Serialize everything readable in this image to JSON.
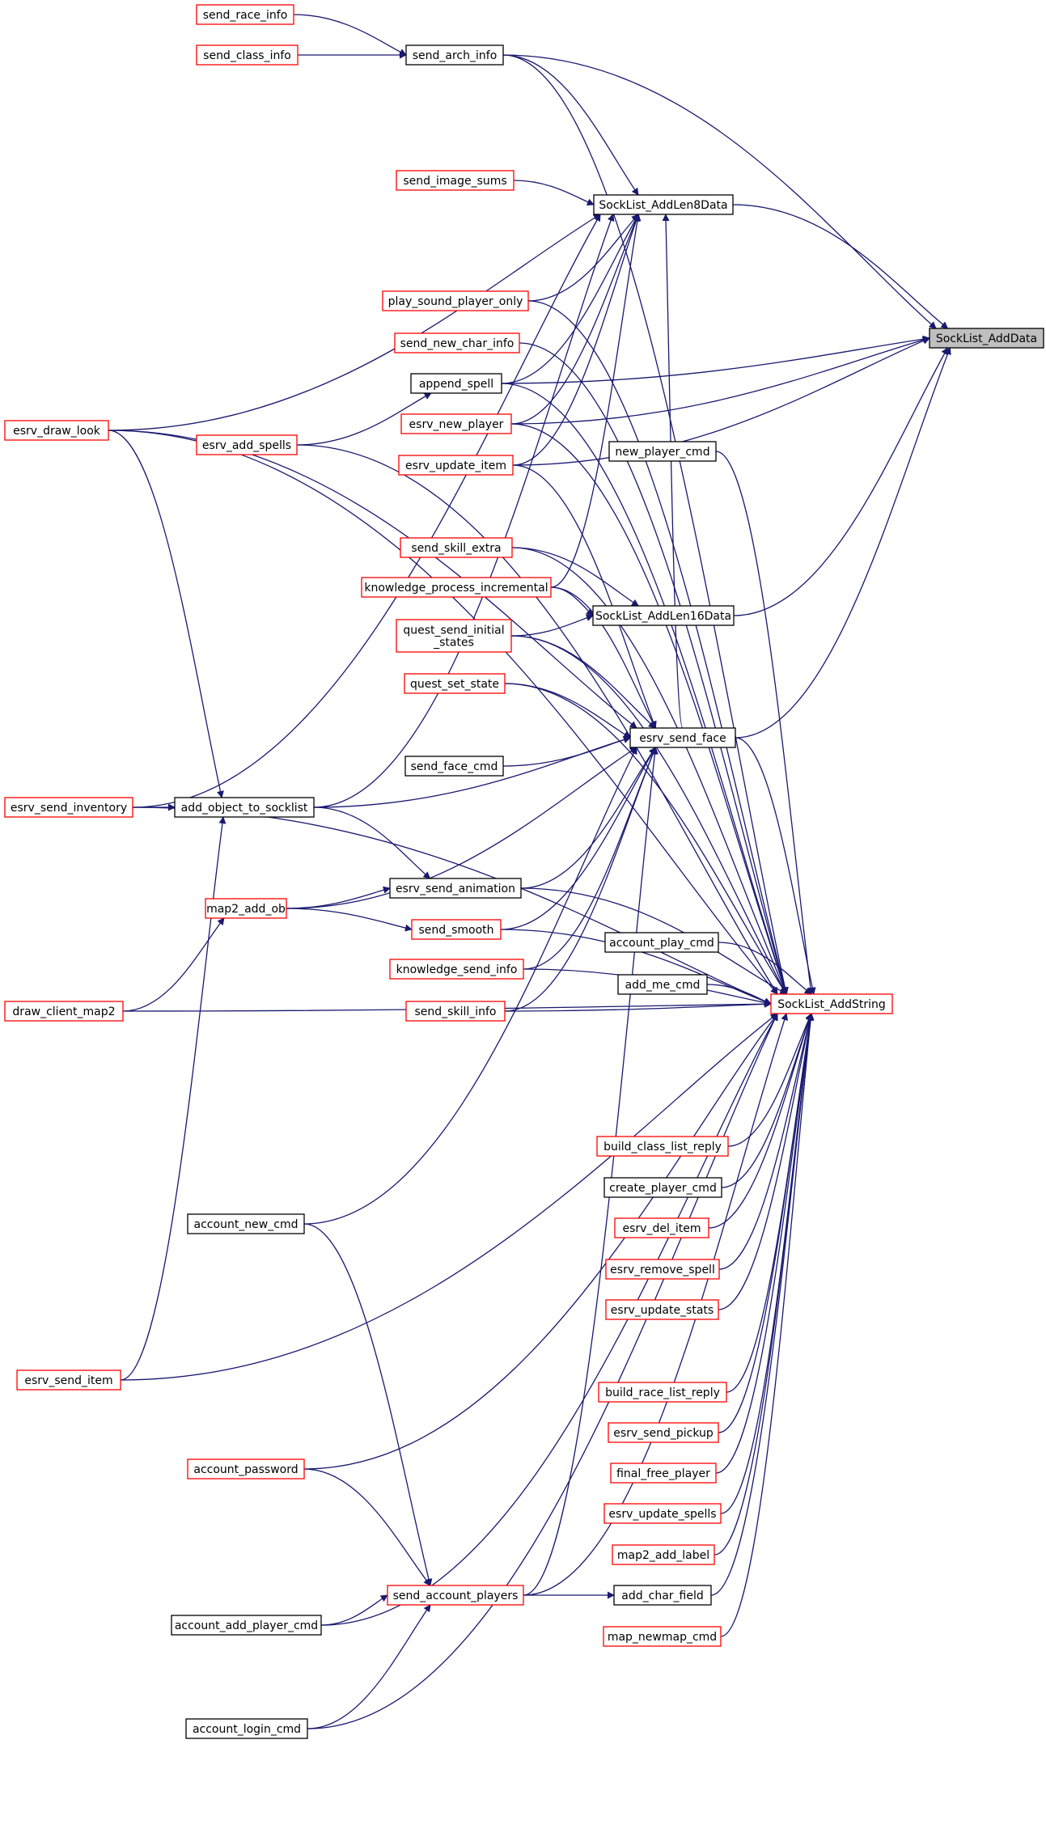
{
  "colors": {
    "edge": "#191970",
    "border_plain": "#000000",
    "border_incomplete": "#ff0000",
    "fill_plain": "#ffffff",
    "fill_root": "#bfbfbf"
  },
  "nodes": [
    {
      "id": "send_race_info",
      "label": "send_race_info",
      "style": "incomplete"
    },
    {
      "id": "send_class_info",
      "label": "send_class_info",
      "style": "incomplete"
    },
    {
      "id": "send_arch_info",
      "label": "send_arch_info",
      "style": "plain"
    },
    {
      "id": "send_image_sums",
      "label": "send_image_sums",
      "style": "incomplete"
    },
    {
      "id": "SockList_AddLen8Data",
      "label": "SockList_AddLen8Data",
      "style": "plain"
    },
    {
      "id": "play_sound_player_only",
      "label": "play_sound_player_only",
      "style": "incomplete"
    },
    {
      "id": "SockList_AddData",
      "label": "SockList_AddData",
      "style": "root"
    },
    {
      "id": "send_new_char_info",
      "label": "send_new_char_info",
      "style": "incomplete"
    },
    {
      "id": "append_spell",
      "label": "append_spell",
      "style": "plain"
    },
    {
      "id": "esrv_new_player",
      "label": "esrv_new_player",
      "style": "incomplete"
    },
    {
      "id": "esrv_draw_look",
      "label": "esrv_draw_look",
      "style": "incomplete"
    },
    {
      "id": "esrv_add_spells",
      "label": "esrv_add_spells",
      "style": "incomplete"
    },
    {
      "id": "new_player_cmd",
      "label": "new_player_cmd",
      "style": "plain"
    },
    {
      "id": "esrv_update_item",
      "label": "esrv_update_item",
      "style": "incomplete"
    },
    {
      "id": "send_skill_extra",
      "label": "send_skill_extra",
      "style": "incomplete"
    },
    {
      "id": "knowledge_process_incremental",
      "label": "knowledge_process_incremental",
      "style": "incomplete"
    },
    {
      "id": "SockList_AddLen16Data",
      "label": "SockList_AddLen16Data",
      "style": "plain"
    },
    {
      "id": "quest_send_initial_states",
      "label": "quest_send_initial\n_states",
      "style": "incomplete"
    },
    {
      "id": "quest_set_state",
      "label": "quest_set_state",
      "style": "incomplete"
    },
    {
      "id": "esrv_send_face",
      "label": "esrv_send_face",
      "style": "plain"
    },
    {
      "id": "send_face_cmd",
      "label": "send_face_cmd",
      "style": "plain"
    },
    {
      "id": "esrv_send_inventory",
      "label": "esrv_send_inventory",
      "style": "incomplete"
    },
    {
      "id": "add_object_to_socklist",
      "label": "add_object_to_socklist",
      "style": "plain"
    },
    {
      "id": "esrv_send_animation",
      "label": "esrv_send_animation",
      "style": "plain"
    },
    {
      "id": "map2_add_ob",
      "label": "map2_add_ob",
      "style": "incomplete"
    },
    {
      "id": "send_smooth",
      "label": "send_smooth",
      "style": "incomplete"
    },
    {
      "id": "account_play_cmd",
      "label": "account_play_cmd",
      "style": "plain"
    },
    {
      "id": "knowledge_send_info",
      "label": "knowledge_send_info",
      "style": "incomplete"
    },
    {
      "id": "add_me_cmd",
      "label": "add_me_cmd",
      "style": "plain"
    },
    {
      "id": "SockList_AddString",
      "label": "SockList_AddString",
      "style": "incomplete"
    },
    {
      "id": "draw_client_map2",
      "label": "draw_client_map2",
      "style": "incomplete"
    },
    {
      "id": "send_skill_info",
      "label": "send_skill_info",
      "style": "incomplete"
    },
    {
      "id": "build_class_list_reply",
      "label": "build_class_list_reply",
      "style": "incomplete"
    },
    {
      "id": "create_player_cmd",
      "label": "create_player_cmd",
      "style": "plain"
    },
    {
      "id": "account_new_cmd",
      "label": "account_new_cmd",
      "style": "plain"
    },
    {
      "id": "esrv_del_item",
      "label": "esrv_del_item",
      "style": "incomplete"
    },
    {
      "id": "esrv_remove_spell",
      "label": "esrv_remove_spell",
      "style": "incomplete"
    },
    {
      "id": "esrv_update_stats",
      "label": "esrv_update_stats",
      "style": "incomplete"
    },
    {
      "id": "esrv_send_item",
      "label": "esrv_send_item",
      "style": "incomplete"
    },
    {
      "id": "build_race_list_reply",
      "label": "build_race_list_reply",
      "style": "incomplete"
    },
    {
      "id": "esrv_send_pickup",
      "label": "esrv_send_pickup",
      "style": "incomplete"
    },
    {
      "id": "account_password",
      "label": "account_password",
      "style": "incomplete"
    },
    {
      "id": "final_free_player",
      "label": "final_free_player",
      "style": "incomplete"
    },
    {
      "id": "esrv_update_spells",
      "label": "esrv_update_spells",
      "style": "incomplete"
    },
    {
      "id": "map2_add_label",
      "label": "map2_add_label",
      "style": "incomplete"
    },
    {
      "id": "send_account_players",
      "label": "send_account_players",
      "style": "incomplete"
    },
    {
      "id": "add_char_field",
      "label": "add_char_field",
      "style": "plain"
    },
    {
      "id": "account_add_player_cmd",
      "label": "account_add_player_cmd",
      "style": "plain"
    },
    {
      "id": "map_newmap_cmd",
      "label": "map_newmap_cmd",
      "style": "incomplete"
    },
    {
      "id": "account_login_cmd",
      "label": "account_login_cmd",
      "style": "plain"
    }
  ],
  "edges": [
    [
      "send_race_info",
      "send_arch_info"
    ],
    [
      "send_class_info",
      "send_arch_info"
    ],
    [
      "send_arch_info",
      "SockList_AddData"
    ],
    [
      "send_arch_info",
      "SockList_AddLen8Data"
    ],
    [
      "send_arch_info",
      "SockList_AddString"
    ],
    [
      "send_image_sums",
      "SockList_AddLen8Data"
    ],
    [
      "SockList_AddLen8Data",
      "SockList_AddData"
    ],
    [
      "play_sound_player_only",
      "SockList_AddLen8Data"
    ],
    [
      "play_sound_player_only",
      "SockList_AddString"
    ],
    [
      "send_new_char_info",
      "SockList_AddString"
    ],
    [
      "append_spell",
      "SockList_AddLen8Data"
    ],
    [
      "append_spell",
      "SockList_AddData"
    ],
    [
      "append_spell",
      "SockList_AddString"
    ],
    [
      "esrv_new_player",
      "SockList_AddLen8Data"
    ],
    [
      "esrv_new_player",
      "SockList_AddData"
    ],
    [
      "esrv_new_player",
      "SockList_AddString"
    ],
    [
      "esrv_draw_look",
      "SockList_AddLen8Data"
    ],
    [
      "esrv_draw_look",
      "SockList_AddString"
    ],
    [
      "esrv_draw_look",
      "esrv_send_face"
    ],
    [
      "esrv_draw_look",
      "add_object_to_socklist"
    ],
    [
      "esrv_add_spells",
      "append_spell"
    ],
    [
      "esrv_add_spells",
      "SockList_AddString"
    ],
    [
      "new_player_cmd",
      "SockList_AddString"
    ],
    [
      "esrv_update_item",
      "SockList_AddLen8Data"
    ],
    [
      "esrv_update_item",
      "SockList_AddData"
    ],
    [
      "esrv_update_item",
      "esrv_send_face"
    ],
    [
      "send_skill_extra",
      "SockList_AddLen16Data"
    ],
    [
      "send_skill_extra",
      "SockList_AddString"
    ],
    [
      "knowledge_process_incremental",
      "SockList_AddLen8Data"
    ],
    [
      "knowledge_process_incremental",
      "SockList_AddLen16Data"
    ],
    [
      "knowledge_process_incremental",
      "esrv_send_face"
    ],
    [
      "SockList_AddLen16Data",
      "SockList_AddData"
    ],
    [
      "quest_send_initial_states",
      "SockList_AddLen16Data"
    ],
    [
      "quest_send_initial_states",
      "esrv_send_face"
    ],
    [
      "quest_send_initial_states",
      "SockList_AddString"
    ],
    [
      "quest_set_state",
      "esrv_send_face"
    ],
    [
      "quest_set_state",
      "SockList_AddString"
    ],
    [
      "esrv_send_face",
      "SockList_AddData"
    ],
    [
      "esrv_send_face",
      "SockList_AddLen8Data"
    ],
    [
      "esrv_send_face",
      "SockList_AddString"
    ],
    [
      "send_face_cmd",
      "esrv_send_face"
    ],
    [
      "esrv_send_inventory",
      "add_object_to_socklist"
    ],
    [
      "esrv_send_inventory",
      "SockList_AddLen8Data"
    ],
    [
      "esrv_send_inventory",
      "SockList_AddString"
    ],
    [
      "add_object_to_socklist",
      "SockList_AddLen8Data"
    ],
    [
      "add_object_to_socklist",
      "esrv_send_face"
    ],
    [
      "add_object_to_socklist",
      "esrv_send_animation"
    ],
    [
      "esrv_send_animation",
      "esrv_send_face"
    ],
    [
      "esrv_send_animation",
      "SockList_AddString"
    ],
    [
      "map2_add_ob",
      "esrv_send_animation"
    ],
    [
      "map2_add_ob",
      "send_smooth"
    ],
    [
      "map2_add_ob",
      "esrv_send_face"
    ],
    [
      "send_smooth",
      "esrv_send_face"
    ],
    [
      "send_smooth",
      "SockList_AddString"
    ],
    [
      "account_play_cmd",
      "SockList_AddString"
    ],
    [
      "knowledge_send_info",
      "esrv_send_face"
    ],
    [
      "knowledge_send_info",
      "SockList_AddString"
    ],
    [
      "add_me_cmd",
      "SockList_AddString"
    ],
    [
      "draw_client_map2",
      "map2_add_ob"
    ],
    [
      "draw_client_map2",
      "SockList_AddString"
    ],
    [
      "send_skill_info",
      "esrv_send_face"
    ],
    [
      "send_skill_info",
      "SockList_AddString"
    ],
    [
      "build_class_list_reply",
      "SockList_AddString"
    ],
    [
      "create_player_cmd",
      "SockList_AddString"
    ],
    [
      "account_new_cmd",
      "esrv_send_face"
    ],
    [
      "account_new_cmd",
      "send_account_players"
    ],
    [
      "esrv_del_item",
      "SockList_AddString"
    ],
    [
      "esrv_remove_spell",
      "SockList_AddString"
    ],
    [
      "esrv_update_stats",
      "SockList_AddString"
    ],
    [
      "esrv_send_item",
      "add_object_to_socklist"
    ],
    [
      "esrv_send_item",
      "SockList_AddString"
    ],
    [
      "build_race_list_reply",
      "SockList_AddString"
    ],
    [
      "esrv_send_pickup",
      "SockList_AddString"
    ],
    [
      "account_password",
      "send_account_players"
    ],
    [
      "account_password",
      "SockList_AddString"
    ],
    [
      "final_free_player",
      "SockList_AddString"
    ],
    [
      "esrv_update_spells",
      "SockList_AddString"
    ],
    [
      "map2_add_label",
      "SockList_AddString"
    ],
    [
      "send_account_players",
      "add_char_field"
    ],
    [
      "send_account_players",
      "esrv_send_face"
    ],
    [
      "send_account_players",
      "SockList_AddString"
    ],
    [
      "add_char_field",
      "SockList_AddString"
    ],
    [
      "account_add_player_cmd",
      "send_account_players"
    ],
    [
      "account_add_player_cmd",
      "SockList_AddString"
    ],
    [
      "map_newmap_cmd",
      "SockList_AddString"
    ],
    [
      "account_login_cmd",
      "send_account_players"
    ],
    [
      "account_login_cmd",
      "SockList_AddString"
    ]
  ]
}
